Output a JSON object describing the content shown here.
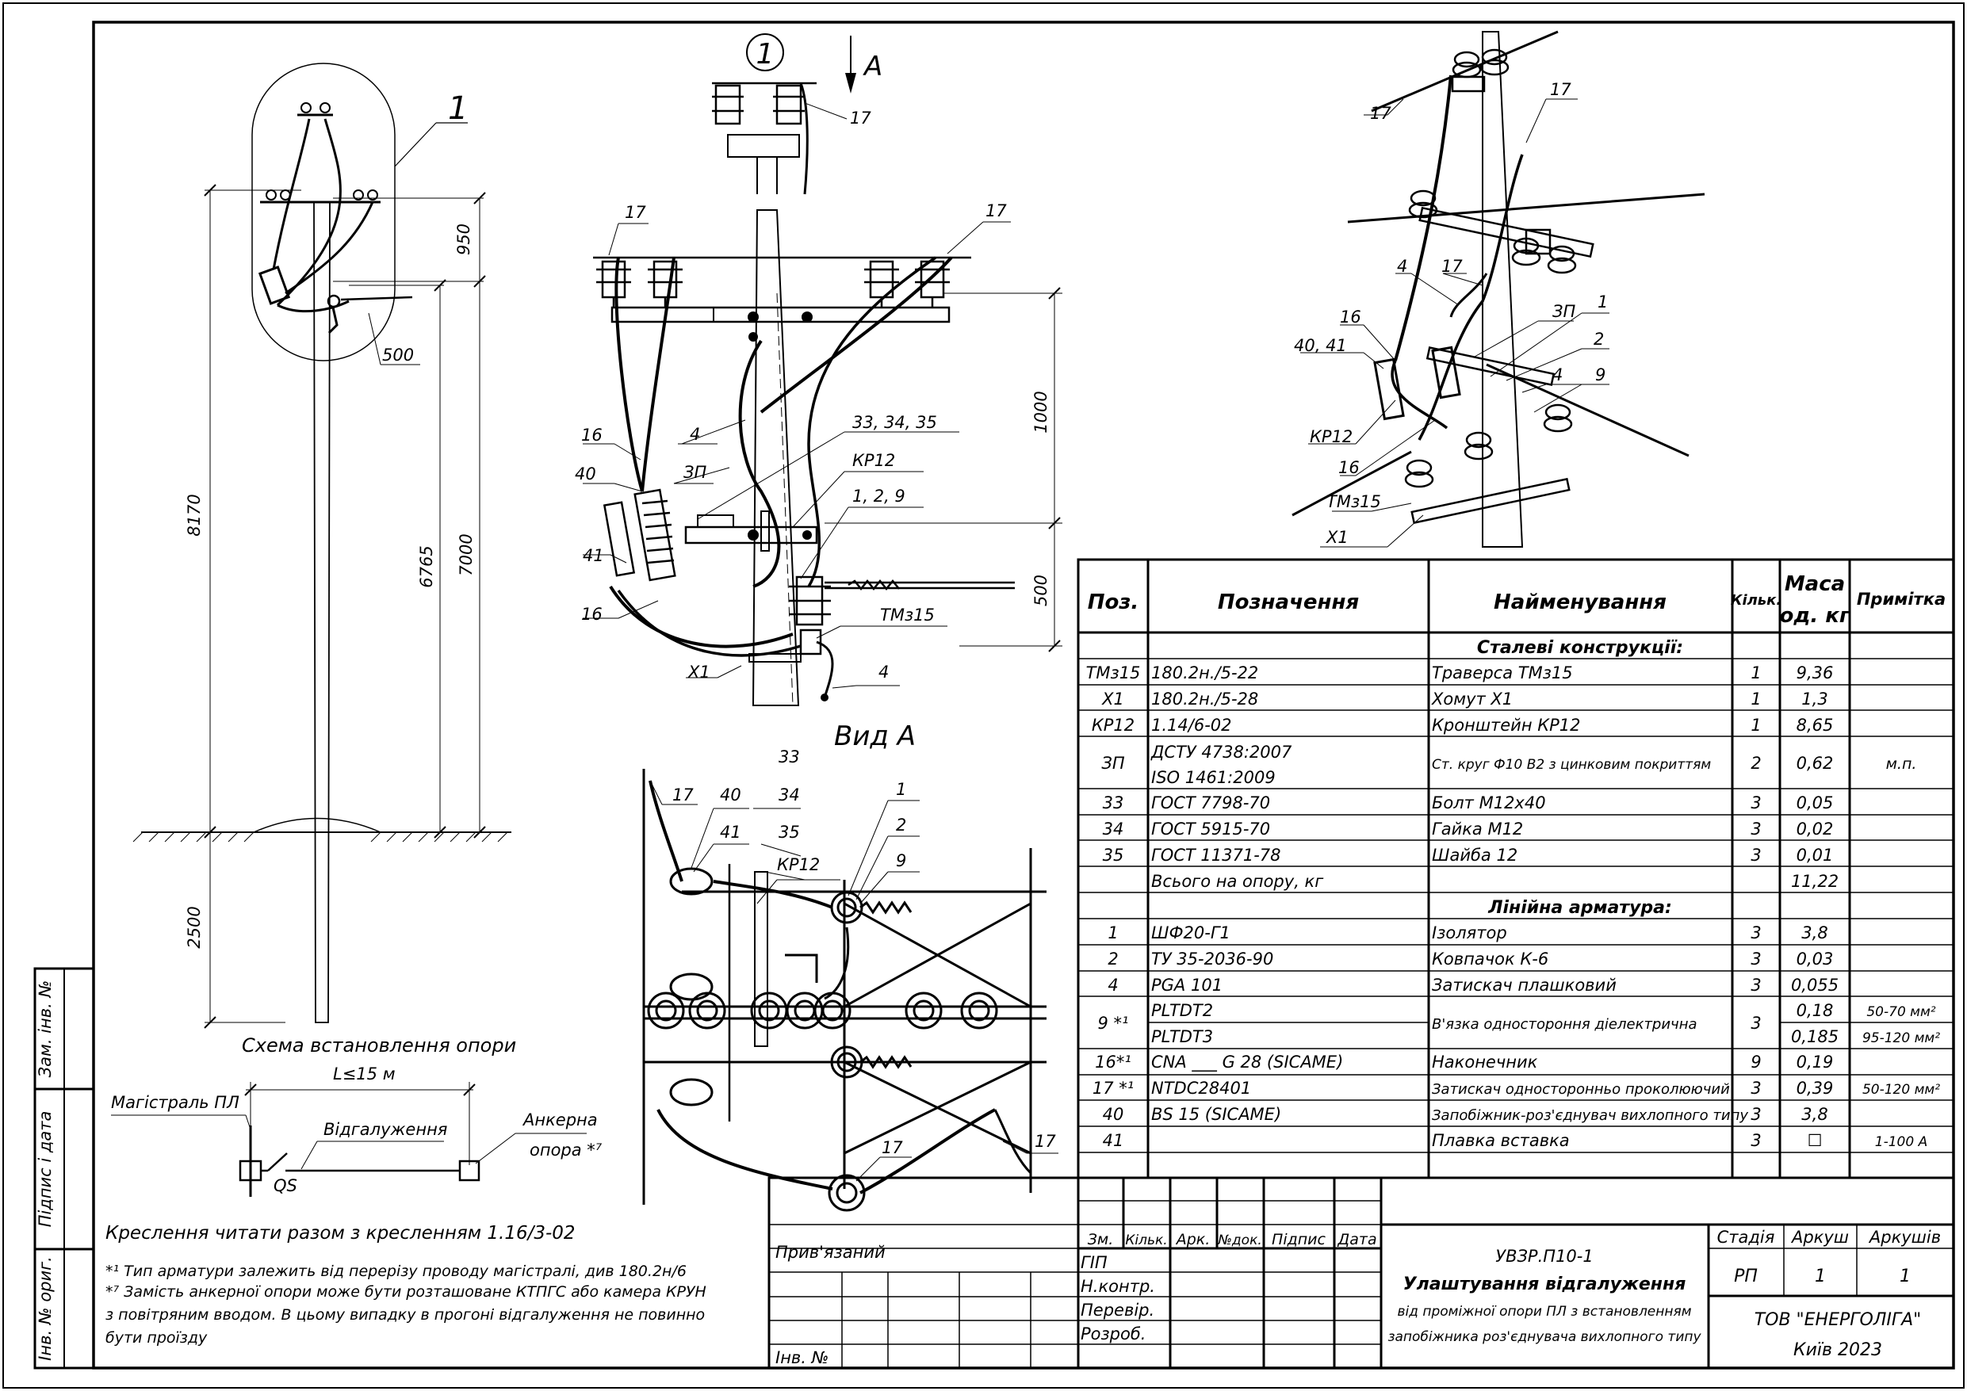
{
  "main_view": {
    "marker": "1",
    "view_arrow": "А",
    "dims": {
      "d1000": "1000",
      "d500": "500"
    },
    "callouts": {
      "c17a": "17",
      "c17b": "17",
      "c17c": "17",
      "c16a": "16",
      "c16b": "16",
      "c40": "40",
      "c41": "41",
      "c4a": "4",
      "c4b": "4",
      "c3p": "ЗП",
      "c333435": "33, 34, 35",
      "ckr12": "КР12",
      "c129": "1, 2, 9",
      "ctmz15": "ТМз15",
      "cx1": "Х1"
    }
  },
  "view_a": {
    "title": "Вид А",
    "callouts": {
      "c17a": "17",
      "c40": "40",
      "c41": "41",
      "c33": "33",
      "c34": "34",
      "c35": "35",
      "ckr12": "КР12",
      "c1": "1",
      "c2": "2",
      "c9": "9",
      "c17b": "17",
      "c17c": "17"
    }
  },
  "iso_view": {
    "callouts": {
      "c17a": "17",
      "c17b": "17",
      "c4a": "4",
      "c17c": "17",
      "c16a": "16",
      "c4041": "40, 41",
      "ckr12": "КР12",
      "c16b": "16",
      "ctmz15": "ТМз15",
      "cx1": "Х1",
      "c3p": "ЗП",
      "c1": "1",
      "c2": "2",
      "c4b": "4",
      "c9": "9"
    }
  },
  "pole_scheme": {
    "title": "Схема встановлення опори",
    "callout": "1",
    "dims": {
      "d8170": "8170",
      "d6765": "6765",
      "d7000": "7000",
      "d950": "950",
      "d500": "500",
      "d2500": "2500"
    }
  },
  "line_scheme": {
    "length": "L≤15 м",
    "main_line": "Магістраль ПЛ",
    "branch": "Відгалуження",
    "anchor_1": "Анкерна",
    "anchor_2": "опора *⁷",
    "switch": "QS"
  },
  "notes": {
    "read_with": "Креслення читати разом з кресленням 1.16/3-02",
    "n1": "*¹ Тип арматури залежить від перерізу проводу магістралі, див 180.2н/6",
    "n2a": "*⁷ Замість анкерної опори може бути розташоване КТПГС або камера КРУН",
    "n2b": "з повітряним вводом. В цьому випадку в прогоні відгалуження не повинно",
    "n2c": "бути проїзду"
  },
  "side_stamp": {
    "s1": "Інв. № ориг.",
    "s2": "Підпис і дата",
    "s3": "Зам. інв. №"
  },
  "spec": {
    "headers": {
      "pos": "Поз.",
      "des": "Позначення",
      "name": "Найменування",
      "qty": "Кільк.",
      "mass1": "Маса",
      "mass2": "од. кг",
      "note": "Примітка"
    },
    "section1": "Сталеві конструкції:",
    "section2": "Лінійна арматура:",
    "rows1": [
      {
        "pos": "ТМз15",
        "des": "180.2н./5-22",
        "name": "Траверса ТМз15",
        "qty": "1",
        "mass": "9,36",
        "note": ""
      },
      {
        "pos": "Х1",
        "des": "180.2н./5-28",
        "name": "Хомут Х1",
        "qty": "1",
        "mass": "1,3",
        "note": ""
      },
      {
        "pos": "КР12",
        "des": "1.14/6-02",
        "name": "Кронштейн КР12",
        "qty": "1",
        "mass": "8,65",
        "note": ""
      }
    ],
    "row_zp": {
      "pos": "ЗП",
      "des1": "ДСТУ 4738:2007",
      "des2": "ISO 1461:2009",
      "name": "Ст. круг Ф10 В2 з цинковим покриттям",
      "qty": "2",
      "mass": "0,62",
      "note": "м.п."
    },
    "rows2": [
      {
        "pos": "33",
        "des": "ГОСТ 7798-70",
        "name": "Болт М12х40",
        "qty": "3",
        "mass": "0,05",
        "note": ""
      },
      {
        "pos": "34",
        "des": "ГОСТ 5915-70",
        "name": "Гайка М12",
        "qty": "3",
        "mass": "0,02",
        "note": ""
      },
      {
        "pos": "35",
        "des": "ГОСТ 11371-78",
        "name": "Шайба 12",
        "qty": "3",
        "mass": "0,01",
        "note": ""
      },
      {
        "pos": "",
        "des": "Всього на опору, кг",
        "name": "",
        "qty": "",
        "mass": "11,22",
        "note": ""
      }
    ],
    "rows3": [
      {
        "pos": "1",
        "des": "ШФ20-Г1",
        "name": "Ізолятор",
        "qty": "3",
        "mass": "3,8",
        "note": ""
      },
      {
        "pos": "2",
        "des": "ТУ 35-2036-90",
        "name": "Ковпачок К-6",
        "qty": "3",
        "mass": "0,03",
        "note": ""
      },
      {
        "pos": "4",
        "des": "PGA 101",
        "name": "Затискач плашковий",
        "qty": "3",
        "mass": "0,055",
        "note": ""
      }
    ],
    "row9": {
      "pos": "9 *¹",
      "des1": "PLTDT2",
      "des2": "PLTDT3",
      "name": "В'язка одностороння діелектрична",
      "qty": "3",
      "mass1": "0,18",
      "mass2": "0,185",
      "note1": "50-70 мм²",
      "note2": "95-120 мм²"
    },
    "rows4": [
      {
        "pos": "16*¹",
        "des": "CNA ___ G 28 (SICAME)",
        "name": "Наконечник",
        "qty": "9",
        "mass": "0,19",
        "note": ""
      },
      {
        "pos": "17 *¹",
        "des": "NTDC28401",
        "name": "Затискач односторонньо проколюючий",
        "qty": "3",
        "mass": "0,39",
        "note": "50-120 мм²"
      },
      {
        "pos": "40",
        "des": "BS 15 (SICAME)",
        "name": "Запобіжник-роз'єднувач вихлопного типу",
        "qty": "3",
        "mass": "3,8",
        "note": ""
      },
      {
        "pos": "41",
        "des": "",
        "name": "Плавка вставка",
        "qty": "3",
        "mass": "☐",
        "note": "1-100 А"
      }
    ]
  },
  "title_block": {
    "bound": "Прив'язаний",
    "inv": "Інв. №",
    "col_zm": "Зм.",
    "col_qty": "Кільк.",
    "col_ark": "Арк.",
    "col_doc": "№док.",
    "col_sign": "Підпис",
    "col_date": "Дата",
    "role1": "ГІП",
    "role2": "Н.контр.",
    "role3": "Перевір.",
    "role4": "Розроб.",
    "code": "УВЗР.П10-1",
    "title1": "Улаштування відгалуження",
    "title2": "від проміжної опори ПЛ з встановленням",
    "title3": "запобіжника роз'єднувача вихлопного типу",
    "stage_label": "Стадія",
    "sheet_label": "Аркуш",
    "sheets_label": "Аркушів",
    "stage": "РП",
    "sheet": "1",
    "sheets": "1",
    "company": "ТОВ \"ЕНЕРГОЛІГА\"",
    "city": "Київ 2023"
  }
}
